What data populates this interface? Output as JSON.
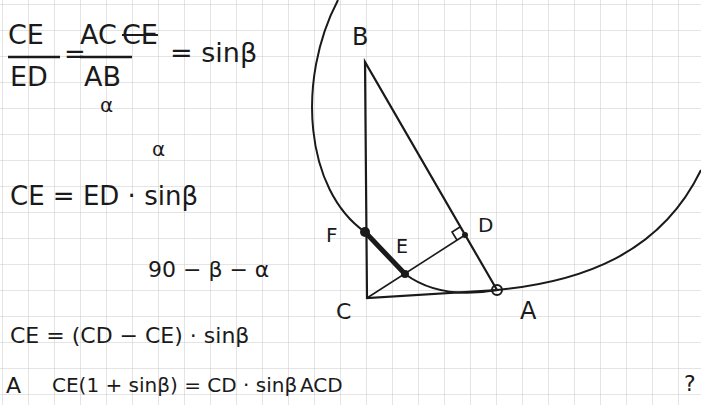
{
  "diagram": {
    "labels": [
      "CE",
      "ED",
      "=",
      "AC",
      "CE",
      "AB",
      "= sinβ",
      "α",
      "α",
      "CE = ED · sinβ",
      "90 − β − α",
      "CE = (CD − CE) · sinβ",
      "A",
      "CE(1 + sinβ) = CD · sinβ",
      "ACD",
      "?",
      "B",
      "F",
      "E",
      "D",
      "C",
      "A"
    ]
  }
}
